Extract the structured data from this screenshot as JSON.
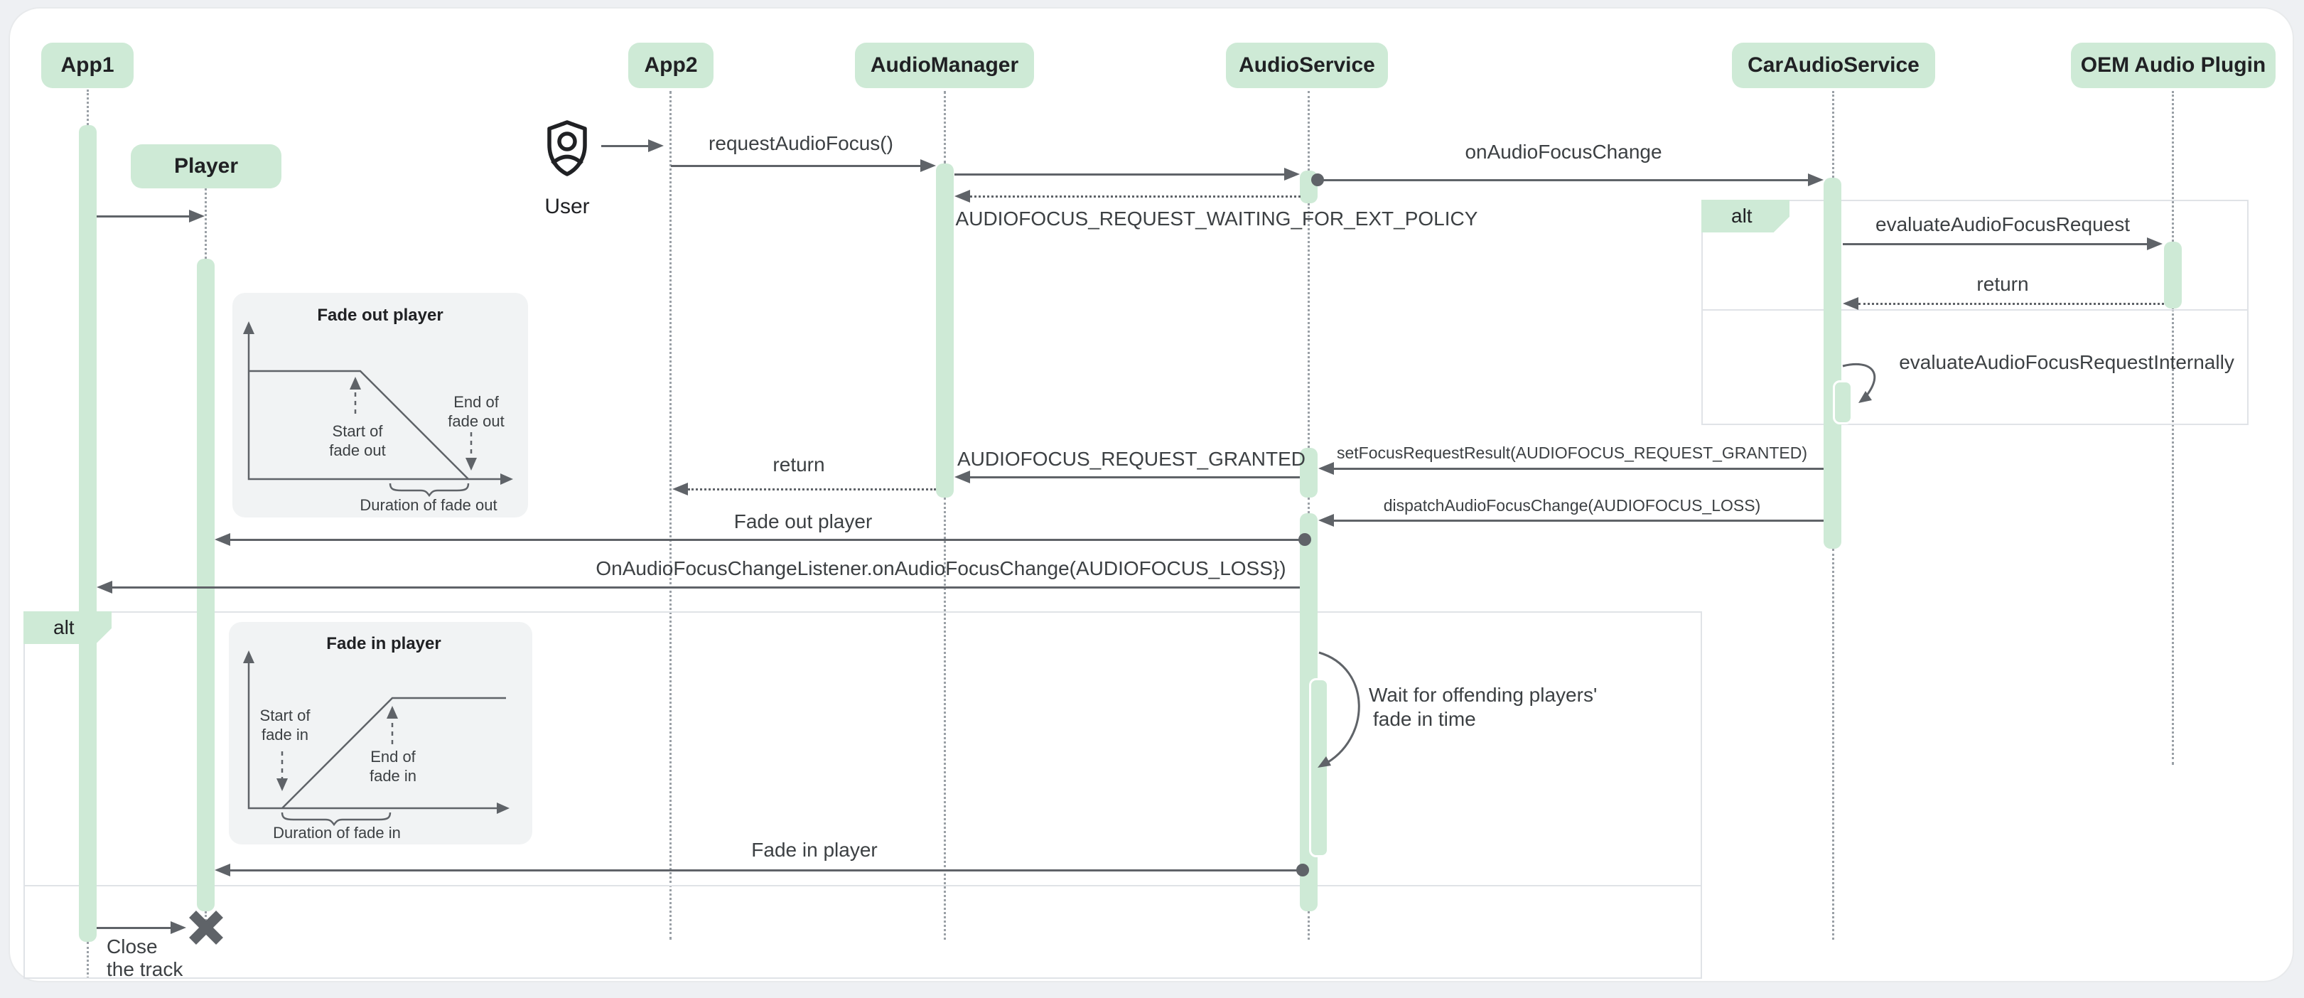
{
  "participants": {
    "app1": "App1",
    "player": "Player",
    "app2": "App2",
    "audio_manager": "AudioManager",
    "audio_service": "AudioService",
    "car_audio_service": "CarAudioService",
    "oem_audio_plugin": "OEM Audio Plugin"
  },
  "actor": {
    "label": "User"
  },
  "messages": {
    "request_audio_focus": {
      "label": "requestAudioFocus()",
      "from": "App2",
      "to": "AudioManager",
      "type": "solid"
    },
    "on_audio_focus_change": {
      "label": "onAudioFocusChange",
      "from": "AudioService",
      "to": "CarAudioService",
      "type": "solid"
    },
    "waiting_for_ext_policy": {
      "label": "AUDIOFOCUS_REQUEST_WAITING_FOR_EXT_POLICY",
      "from": "AudioService",
      "to": "AudioManager",
      "type": "dotted"
    },
    "evaluate_audio_focus_request": {
      "label": "evaluateAudioFocusRequest",
      "from": "CarAudioService",
      "to": "OEM Audio Plugin",
      "type": "solid"
    },
    "evaluate_return": {
      "label": "return",
      "from": "OEM Audio Plugin",
      "to": "CarAudioService",
      "type": "dotted"
    },
    "evaluate_internally": {
      "label": "evaluateAudioFocusRequestInternally",
      "from": "CarAudioService",
      "to": "CarAudioService",
      "type": "self"
    },
    "set_focus_request_result": {
      "label": "setFocusRequestResult(AUDIOFOCUS_REQUEST_GRANTED)",
      "from": "CarAudioService",
      "to": "AudioService",
      "type": "solid"
    },
    "request_granted": {
      "label": "AUDIOFOCUS_REQUEST_GRANTED",
      "from": "AudioService",
      "to": "AudioManager",
      "type": "solid"
    },
    "granted_return": {
      "label": "return",
      "from": "AudioManager",
      "to": "App2",
      "type": "dotted"
    },
    "dispatch_audio_focus_change": {
      "label": "dispatchAudioFocusChange(AUDIOFOCUS_LOSS)",
      "from": "CarAudioService",
      "to": "AudioService",
      "type": "solid"
    },
    "fade_out_player": {
      "label": "Fade out player",
      "from": "AudioService",
      "to": "Player",
      "type": "solid"
    },
    "on_audio_focus_change_listener": {
      "label": "OnAudioFocusChangeListener.onAudioFocusChange(AUDIOFOCUS_LOSS})",
      "from": "AudioService",
      "to": "App1",
      "type": "solid"
    },
    "fade_in_player": {
      "label": "Fade in player",
      "from": "AudioService",
      "to": "Player",
      "type": "solid"
    },
    "close_the_track": {
      "line1": "Close",
      "line2": "the track",
      "from": "App1",
      "to": "Player",
      "type": "solid"
    }
  },
  "notes": {
    "wait": {
      "line1": "Wait for offending players'",
      "line2": "fade in time"
    }
  },
  "fragments": {
    "alt_top": {
      "label": "alt"
    },
    "alt_bottom": {
      "label": "alt"
    }
  },
  "insets": {
    "fade_out": {
      "title": "Fade out player",
      "start_line1": "Start of",
      "start_line2": "fade out",
      "end_line1": "End of",
      "end_line2": "fade out",
      "duration": "Duration of fade out"
    },
    "fade_in": {
      "title": "Fade in player",
      "start_line1": "Start of",
      "start_line2": "fade in",
      "end_line1": "End of",
      "end_line2": "fade in",
      "duration": "Duration of fade in"
    }
  },
  "colors": {
    "accent_green": "#ceead6",
    "arrow_gray": "#5f6368",
    "text_dark": "#202124",
    "text_gray": "#3c4043",
    "lifeline_gray": "#9aa0a6",
    "fragment_border": "#e0e3e7",
    "inset_bg": "#f1f3f4",
    "page_bg": "#eef0f3"
  }
}
